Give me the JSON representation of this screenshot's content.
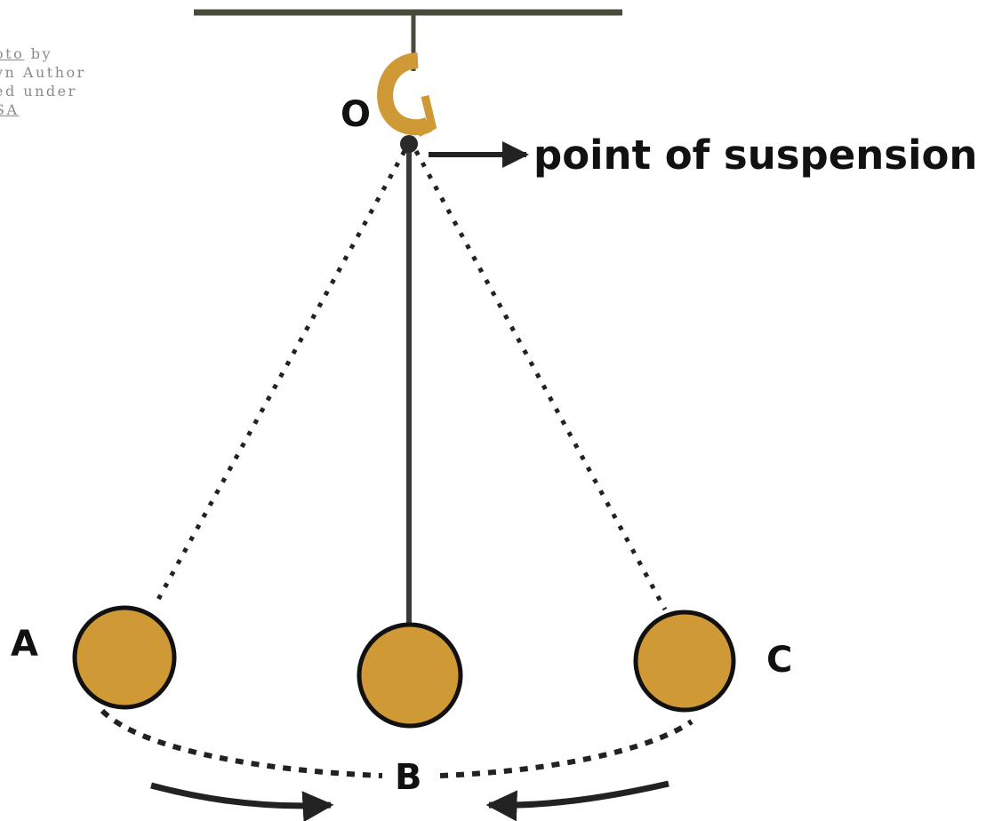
{
  "credit": {
    "link_text": "oto",
    "line1_rest": " by",
    "line2": "vn Author",
    "line3": "ed under",
    "line4_link": "SA"
  },
  "labels": {
    "point_o": "O",
    "point_a": "A",
    "point_b": "B",
    "point_c": "C",
    "suspension": "point of suspension"
  },
  "colors": {
    "bob_fill": "#cf9a36",
    "line": "#222222",
    "text": "#111111"
  }
}
